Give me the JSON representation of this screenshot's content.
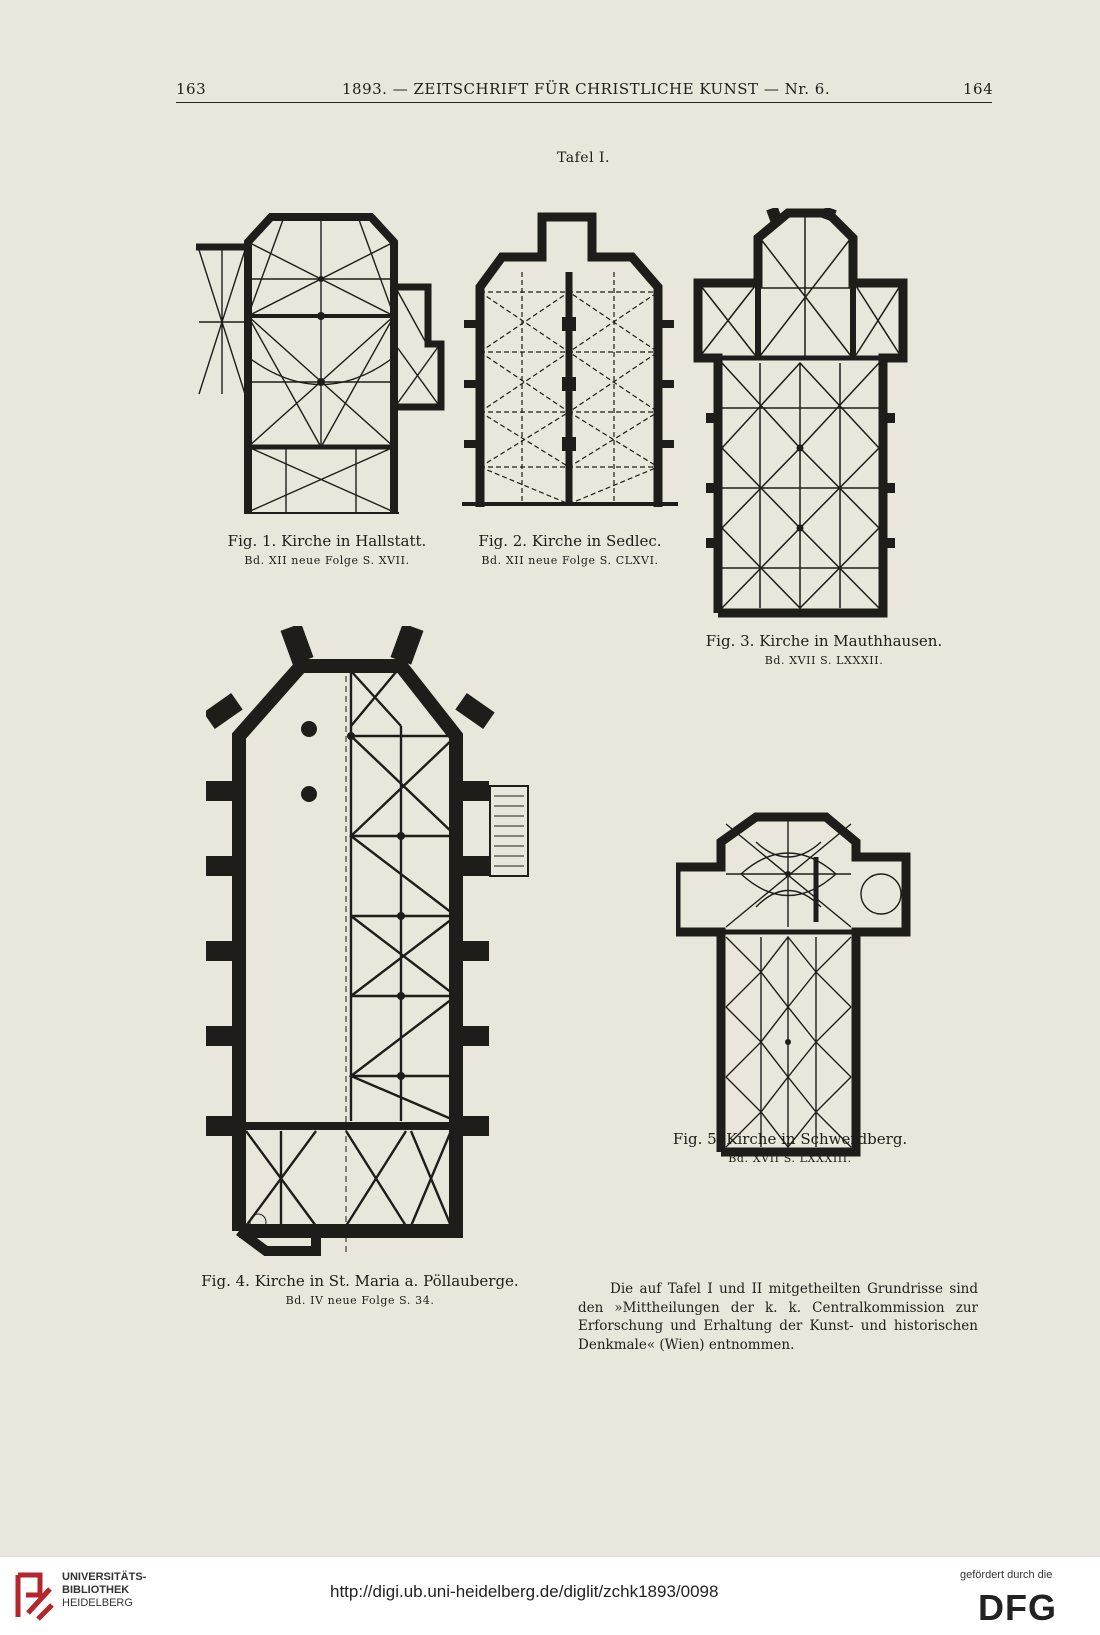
{
  "header": {
    "page_left": "163",
    "running_title": "1893. — ZEITSCHRIFT FÜR CHRISTLICHE KUNST — Nr. 6.",
    "page_right": "164",
    "plate_title": "Tafel I."
  },
  "figures": [
    {
      "caption": "Fig. 1. Kirche in Hallstatt.",
      "reference": "Bd. XII neue Folge S. XVII."
    },
    {
      "caption": "Fig. 2. Kirche in Sedlec.",
      "reference": "Bd. XII neue Folge S. CLXVI."
    },
    {
      "caption": "Fig. 3. Kirche in Mauthhausen.",
      "reference": "Bd. XVII S. LXXXII."
    },
    {
      "caption": "Fig. 4. Kirche in St. Maria a. Pöllauberge.",
      "reference": "Bd. IV neue Folge S. 34."
    },
    {
      "caption": "Fig. 5. Kirche in Schwerdberg.",
      "reference": "Bd. XVII S. LXXXIII."
    }
  ],
  "note": "Die auf Tafel I und II mitgetheilten Grundrisse sind den »Mittheilungen der k. k. Centralkommission zur Erforschung und Erhaltung der Kunst- und historischen Denkmale« (Wien) entnommen.",
  "footer": {
    "library_line1": "UNIVERSITÄTS-",
    "library_line2": "BIBLIOTHEK",
    "library_line3": "HEIDELBERG",
    "url": "http://digi.ub.uni-heidelberg.de/diglit/zchk1893/0098",
    "funding_note": "gefördert durch die",
    "funder": "DFG"
  },
  "colors": {
    "paper": "#e9e6dc",
    "ink": "#1f1d19",
    "footer_bg": "#ffffff"
  }
}
